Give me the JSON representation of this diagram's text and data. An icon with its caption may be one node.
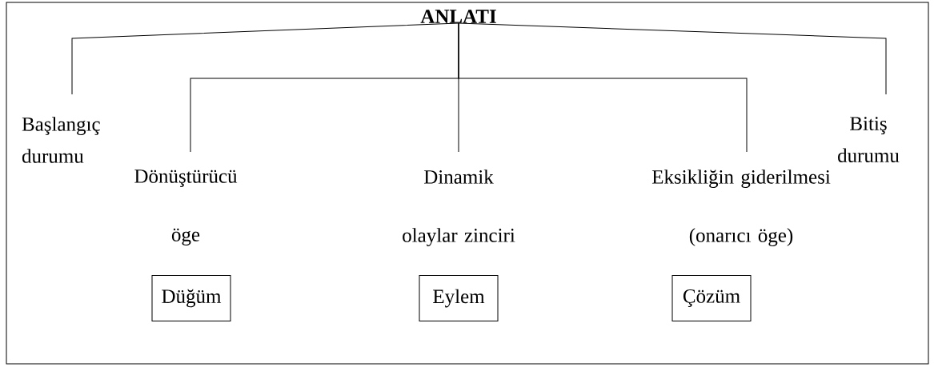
{
  "diagram": {
    "nodes": [
      {
        "text": [
          "ANLATI"
        ]
      },
      {
        "text": [
          "Başlangıç durumu"
        ]
      },
      {
        "text": [
          "Bitiş durumu"
        ]
      },
      {
        "text": [
          "Dönüştürücü öge"
        ]
      },
      {
        "text": [
          "Dinamik olaylar zinciri"
        ]
      },
      {
        "text": [
          "Eksikliğin giderilmesi (onarıcı öge)"
        ]
      },
      {
        "text": [
          "Düğüm"
        ]
      },
      {
        "text": [
          "Eylem"
        ]
      },
      {
        "text": [
          "Çözüm"
        ]
      }
    ],
    "edges": [
      {
        "from": 0,
        "to": 1,
        "arrow": "none"
      },
      {
        "from": 0,
        "to": 2,
        "arrow": "none"
      },
      {
        "from": 0,
        "to": 3,
        "arrow": "none"
      },
      {
        "from": 0,
        "to": 4,
        "arrow": "none"
      },
      {
        "from": 0,
        "to": 5,
        "arrow": "none"
      }
    ]
  }
}
